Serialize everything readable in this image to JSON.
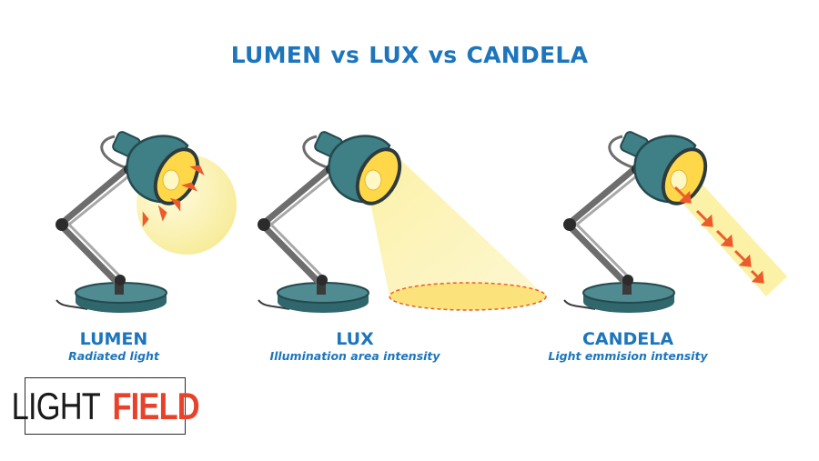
{
  "title": {
    "part1": "LUMEN",
    "vs1": "vs",
    "part2": "LUX",
    "vs2": "vs",
    "part3": "CANDELA"
  },
  "panels": [
    {
      "name": "LUMEN",
      "desc": "Radiated light"
    },
    {
      "name": "LUX",
      "desc": "Illumination area intensity"
    },
    {
      "name": "CANDELA",
      "desc": "Light emmision intensity"
    }
  ],
  "logo": {
    "word1": "LIGHT",
    "word2": "FIELD"
  },
  "colors": {
    "title_blue": "#1d75bc",
    "lamp_teal": "#3f7f86",
    "lamp_dark": "#244a4f",
    "bulb_yellow": "#ffd84a",
    "glow_yellow": "#fbf3a6",
    "arrow_red": "#ec5b2b",
    "logo_red": "#e8432a"
  }
}
